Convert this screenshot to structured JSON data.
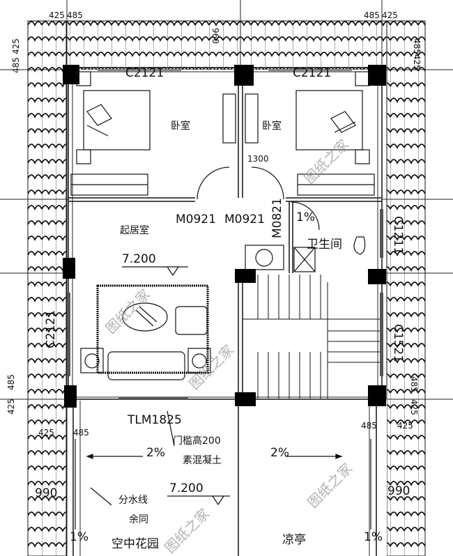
{
  "plan": {
    "windows": {
      "top_left": "C2121",
      "top_right": "C2121",
      "left": "C2121",
      "right_upper": "C1211",
      "right_lower": "C1521"
    },
    "doors": {
      "bedroom_left": "M0921",
      "bedroom_right": "M0921",
      "bathroom": "M0821",
      "sliding": "TLM1825"
    },
    "rooms": {
      "bedroom_left": "卧室",
      "bedroom_right": "卧室",
      "living": "起居室",
      "bathroom": "卫生间",
      "garden": "空中花园",
      "pavilion": "凉亭"
    },
    "elevations": {
      "living": "7.200",
      "garden": "7.200"
    },
    "slopes": {
      "bathroom": "1%",
      "garden_left": "2%",
      "garden_right": "2%",
      "gutter_left": "1%",
      "gutter_right": "1%"
    },
    "notes": {
      "threshold": "门槛高200",
      "concrete": "素混凝土",
      "ridge": "分水线",
      "same": "余同"
    },
    "dimensions": {
      "top_left_a": "425",
      "top_left_b": "485",
      "top_right_a": "485",
      "top_right_b": "425",
      "top_center": "960",
      "corridor": "1300",
      "left_top_a": "485",
      "left_top_b": "425",
      "right_top": "485425",
      "left_bottom_a": "485",
      "left_bottom_b": "425",
      "right_bottom_a": "485",
      "right_bottom_b": "425",
      "lower_left_a": "425",
      "lower_left_b": "485",
      "lower_right_a": "485",
      "lower_right_b": "425",
      "eave_left": "990",
      "eave_right": "990"
    },
    "watermark": "图纸之家"
  }
}
